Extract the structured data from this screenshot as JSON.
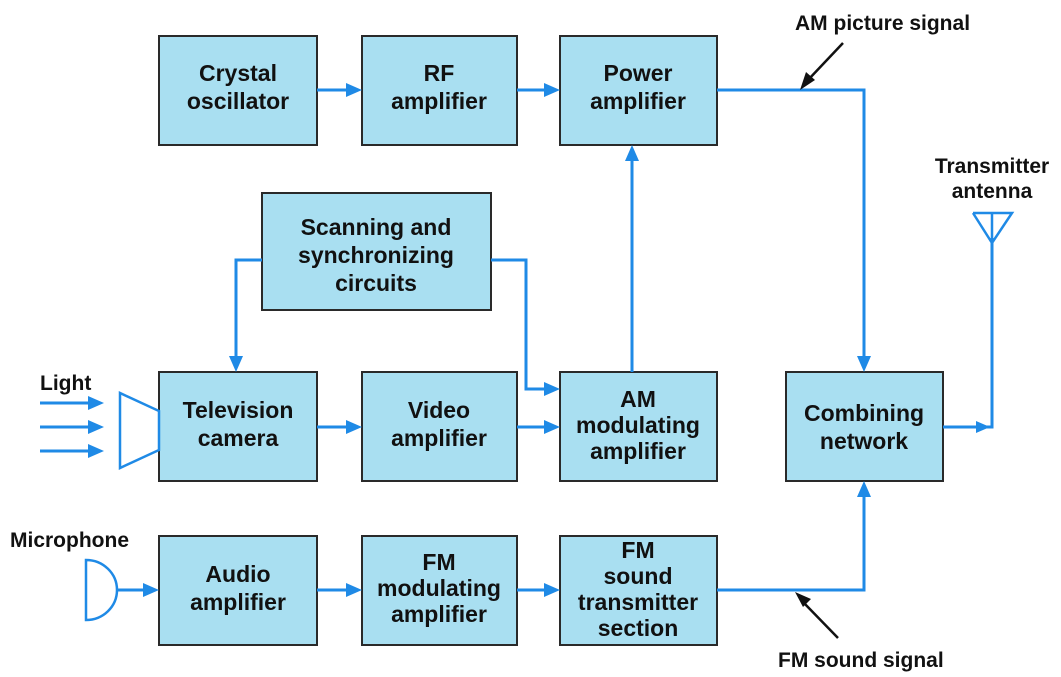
{
  "blocks": {
    "crystal_oscillator": [
      "Crystal",
      "oscillator"
    ],
    "rf_amplifier": [
      "RF",
      "amplifier"
    ],
    "power_amplifier": [
      "Power",
      "amplifier"
    ],
    "scanning_sync": [
      "Scanning and",
      "synchronizing",
      "circuits"
    ],
    "television_camera": [
      "Television",
      "camera"
    ],
    "video_amplifier": [
      "Video",
      "amplifier"
    ],
    "am_modulating_amplifier": [
      "AM",
      "modulating",
      "amplifier"
    ],
    "combining_network": [
      "Combining",
      "network"
    ],
    "audio_amplifier": [
      "Audio",
      "amplifier"
    ],
    "fm_modulating_amplifier": [
      "FM",
      "modulating",
      "amplifier"
    ],
    "fm_sound_transmitter": [
      "FM",
      "sound",
      "transmitter",
      "section"
    ]
  },
  "labels": {
    "am_picture_signal": "AM picture signal",
    "fm_sound_signal": "FM sound signal",
    "transmitter_antenna": [
      "Transmitter",
      "antenna"
    ],
    "light": "Light",
    "microphone": "Microphone"
  },
  "colors": {
    "block_fill": "#a9dff1",
    "signal_line": "#1f8ae6",
    "text": "#111111"
  }
}
